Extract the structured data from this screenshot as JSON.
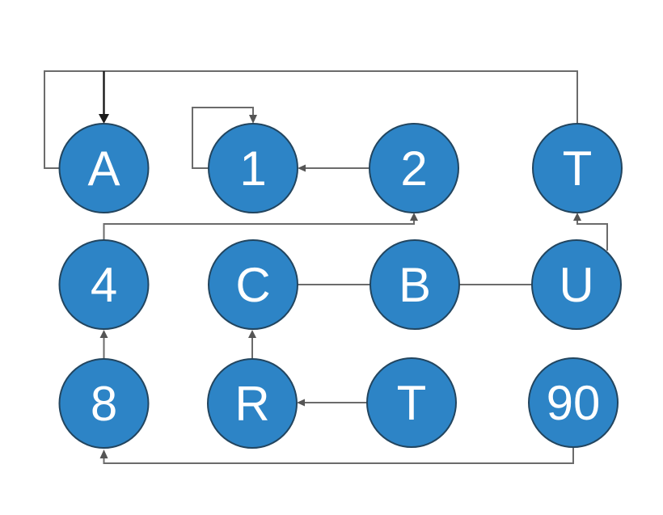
{
  "diagram": {
    "colors": {
      "background": "#ffffff",
      "node_fill": "#2d84c6",
      "node_border": "#22455f",
      "edge": "#6b6b6b",
      "edge_emphasis": "#1a1a1a",
      "arrowhead": "#555555",
      "label_text": "#ffffff"
    },
    "nodes": [
      {
        "id": "A",
        "label": "A"
      },
      {
        "id": "1",
        "label": "1"
      },
      {
        "id": "2",
        "label": "2"
      },
      {
        "id": "T-top",
        "label": "T"
      },
      {
        "id": "4",
        "label": "4"
      },
      {
        "id": "C",
        "label": "C"
      },
      {
        "id": "B",
        "label": "B"
      },
      {
        "id": "U",
        "label": "U"
      },
      {
        "id": "8",
        "label": "8"
      },
      {
        "id": "R",
        "label": "R"
      },
      {
        "id": "T-bottom",
        "label": "T"
      },
      {
        "id": "90",
        "label": "90"
      }
    ],
    "edges": [
      {
        "from": "A",
        "to": "A",
        "type": "self-loop"
      },
      {
        "from": "T-top",
        "to": "A",
        "type": "orthogonal"
      },
      {
        "from": "1",
        "to": "1",
        "type": "self-loop"
      },
      {
        "from": "2",
        "to": "1",
        "type": "straight"
      },
      {
        "from": "4",
        "to": "2",
        "type": "orthogonal"
      },
      {
        "from": "C",
        "to": "B",
        "type": "straight"
      },
      {
        "from": "B",
        "to": "U",
        "type": "straight"
      },
      {
        "from": "U",
        "to": "T-top",
        "type": "orthogonal"
      },
      {
        "from": "8",
        "to": "4",
        "type": "straight"
      },
      {
        "from": "R",
        "to": "C",
        "type": "straight"
      },
      {
        "from": "T-bottom",
        "to": "R",
        "type": "straight"
      },
      {
        "from": "90",
        "to": "8",
        "type": "orthogonal"
      }
    ]
  }
}
